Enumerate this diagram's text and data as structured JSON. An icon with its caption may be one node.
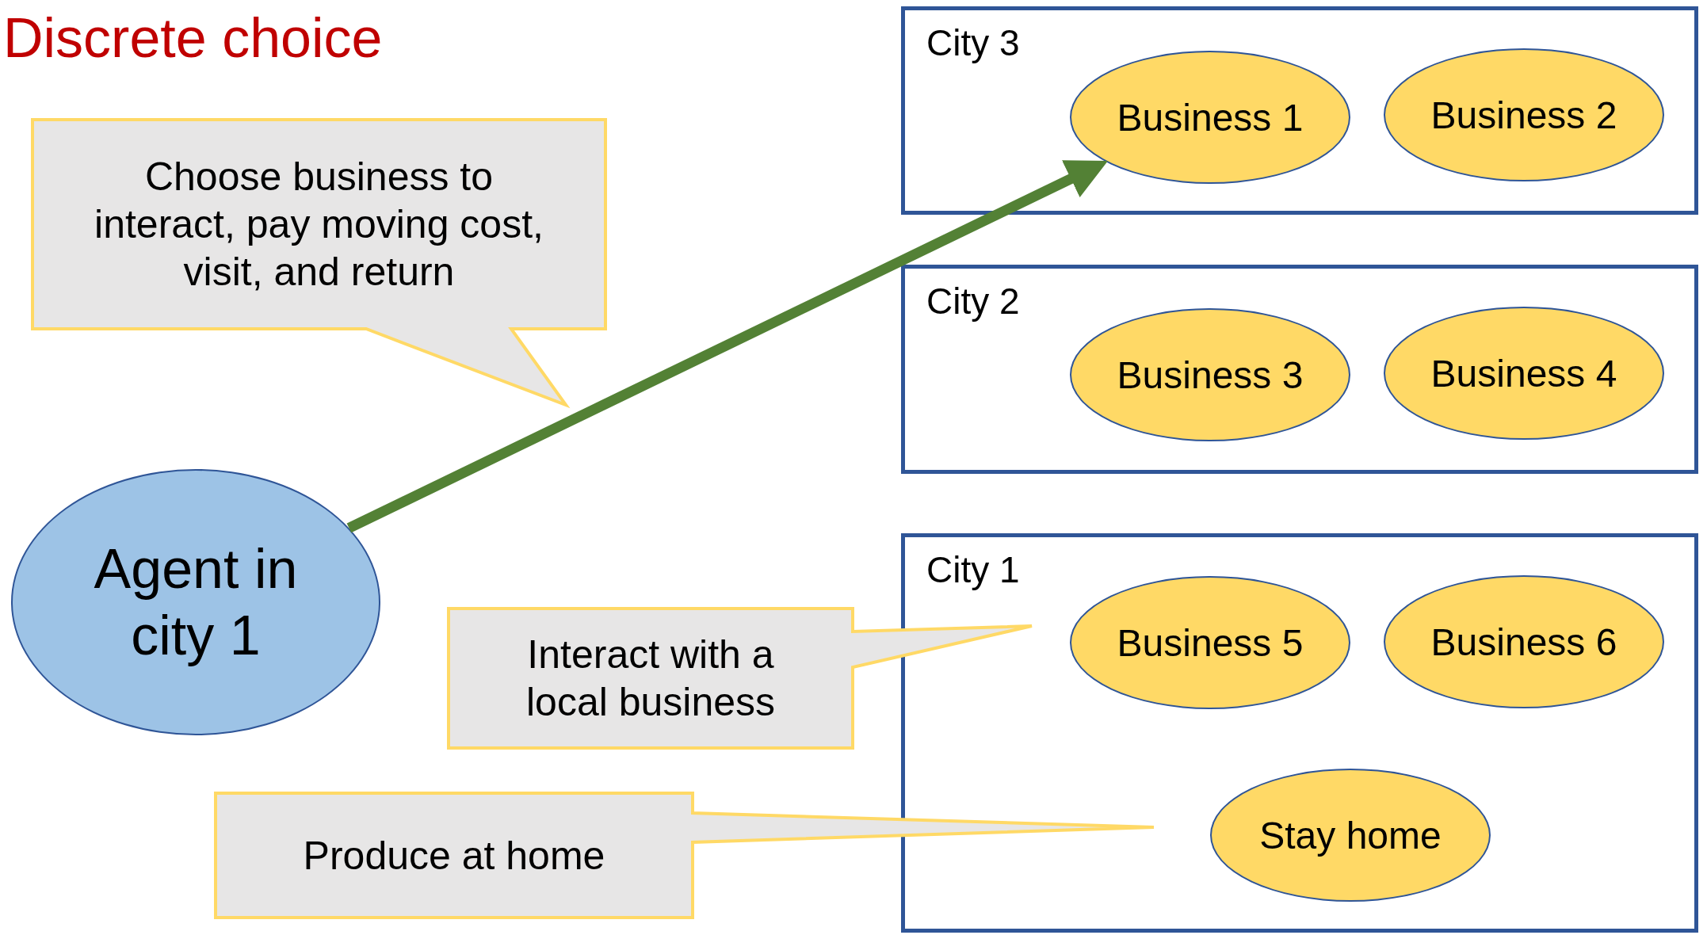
{
  "diagram": {
    "title": "Discrete choice",
    "nodes": [
      {
        "text": [
          "Choose business to interact, pay moving cost, visit, and return"
        ]
      },
      {
        "text": [
          "City 3"
        ]
      },
      {
        "text": [
          "Business 1"
        ],
        "in": 1
      },
      {
        "text": [
          "Business 2"
        ],
        "in": 1
      },
      {
        "text": [
          "City 2"
        ]
      },
      {
        "text": [
          "Business 3"
        ],
        "in": 4
      },
      {
        "text": [
          "Business 4"
        ],
        "in": 4
      },
      {
        "text": [
          "Agent in city 1"
        ]
      },
      {
        "text": [
          "City 1"
        ]
      },
      {
        "text": [
          "Business 5"
        ],
        "in": 8
      },
      {
        "text": [
          "Business 6"
        ],
        "in": 8
      },
      {
        "text": [
          "Interact with a local business"
        ]
      },
      {
        "text": [
          "Stay home"
        ],
        "in": 8
      },
      {
        "text": [
          "Produce at home"
        ]
      }
    ],
    "edges": [
      {
        "from": 7,
        "to": 2,
        "arrow": "to",
        "color": "#538135"
      }
    ]
  }
}
